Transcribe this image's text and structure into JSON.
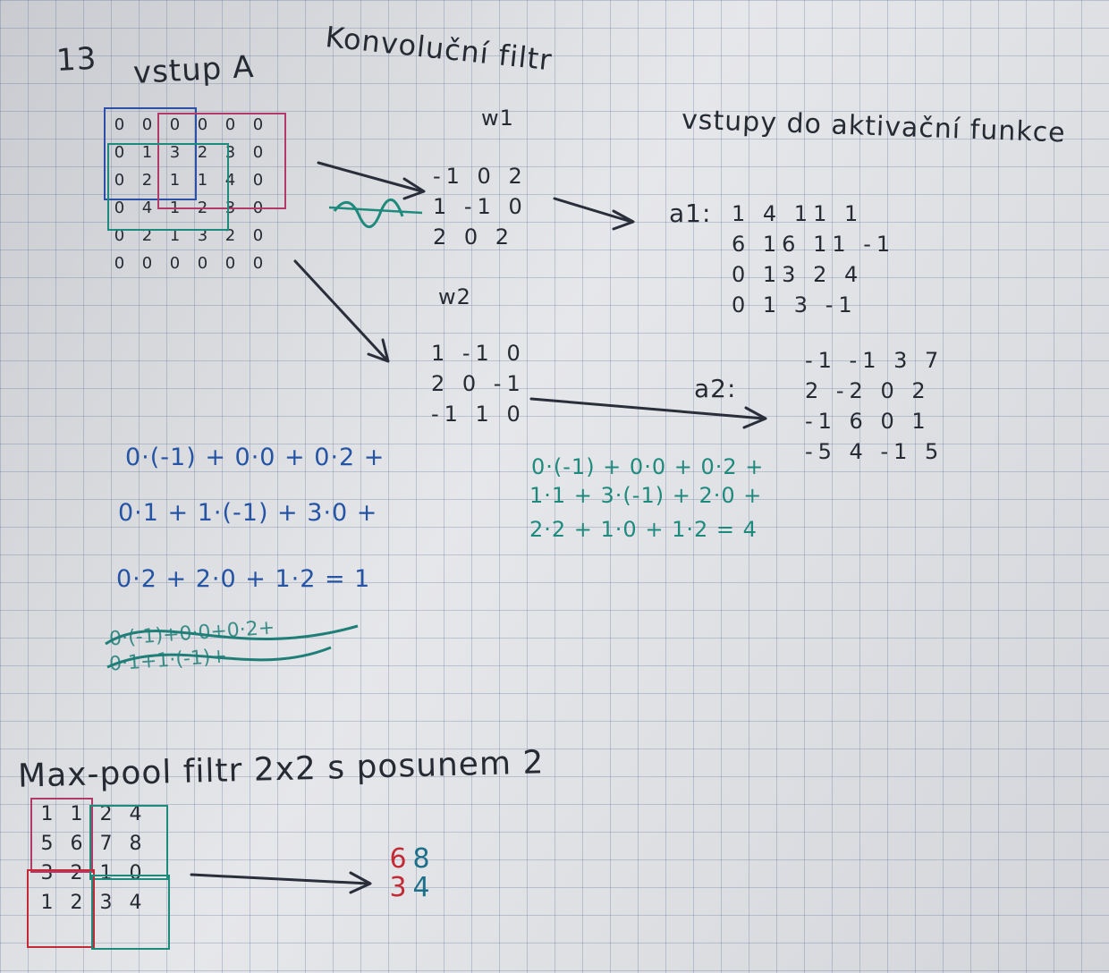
{
  "heading": {
    "number": "13",
    "label": "vstup A",
    "filter_title": "Konvoluční filtr"
  },
  "input_matrix": [
    [
      "0",
      "0",
      "0",
      "0",
      "0",
      "0"
    ],
    [
      "0",
      "1",
      "3",
      "2",
      "3",
      "0"
    ],
    [
      "0",
      "2",
      "1",
      "1",
      "4",
      "0"
    ],
    [
      "0",
      "4",
      "1",
      "2",
      "3",
      "0"
    ],
    [
      "0",
      "2",
      "1",
      "3",
      "2",
      "0"
    ],
    [
      "0",
      "0",
      "0",
      "0",
      "0",
      "0"
    ]
  ],
  "w1": {
    "label": "w1",
    "rows": [
      "-1 0 2",
      "1 -1 0",
      "2 0 2"
    ]
  },
  "w2": {
    "label": "w2",
    "rows": [
      "1 -1 0",
      "2 0 -1",
      "-1 1 0"
    ]
  },
  "activation_title": "vstupy do aktivační funkce",
  "a1": {
    "label": "a1:",
    "rows": [
      "1 4 11 1",
      "6 16 11 -1",
      "0 13 2 4",
      "0 1 3 -1"
    ]
  },
  "a2": {
    "label": "a2:",
    "rows": [
      "-1 -1 3 7",
      "2 -2 0 2",
      "-1 6 0 1",
      "-5 4 -1 5"
    ]
  },
  "calc_left": [
    "0·(-1) + 0·0 + 0·2 +",
    "0·1 + 1·(-1) + 3·0 +",
    "0·2 + 2·0 + 1·2 = 1"
  ],
  "calc_right": [
    "0·(-1) + 0·0 + 0·2 +",
    "1·1 + 3·(-1) + 2·0 +",
    "2·2 + 1·0 + 1·2 = 4"
  ],
  "crossed": [
    "0·(-1)+0·0+0·2+",
    "0·1+1·(-1)+"
  ],
  "maxpool": {
    "title": "Max-pool filtr 2x2 s posunem 2",
    "matrix": [
      [
        "1",
        "1",
        "2",
        "4"
      ],
      [
        "5",
        "6",
        "7",
        "8"
      ],
      [
        "3",
        "2",
        "1",
        "0"
      ],
      [
        "1",
        "2",
        "3",
        "4"
      ]
    ],
    "result": [
      [
        "6",
        "8"
      ],
      [
        "3",
        "4"
      ]
    ]
  }
}
